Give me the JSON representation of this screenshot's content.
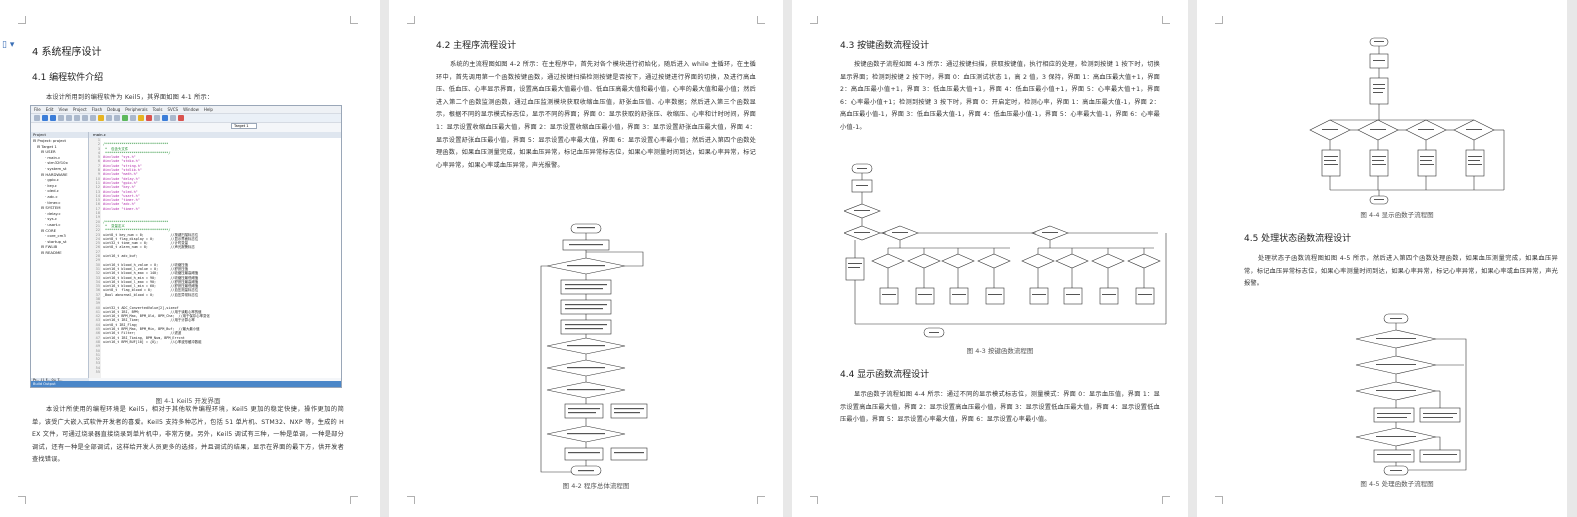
{
  "page1": {
    "chapter_title": "4  系统程序设计",
    "section_title": "4.1  编程软件介绍",
    "intro": "本设计所用到的编程软件为 Keil5，其界面如图 4-1 所示：",
    "ide": {
      "menu": [
        "File",
        "Edit",
        "View",
        "Project",
        "Flash",
        "Debug",
        "Peripherals",
        "Tools",
        "SVCS",
        "Window",
        "Help"
      ],
      "target_select": "Target 1",
      "project_panel_title": "Project",
      "editor_tab": "main.c",
      "tree": [
        "Project: project",
        "Target 1",
        "USER",
        "main.c",
        "stm32f10x",
        "system_st",
        "HARDWARE",
        "gpio.c",
        "key.c",
        "oled.c",
        "adc.c",
        "timer.c",
        "SYSTEM",
        "delay.c",
        "sys.c",
        "usart.c",
        "CORE",
        "core_cm3",
        "startup_st",
        "FWLIB",
        "README"
      ],
      "line_numbers": [
        "1",
        "2",
        "3",
        "4",
        "5",
        "6",
        "7",
        "8",
        "9",
        "10",
        "11",
        "12",
        "13",
        "14",
        "15",
        "16",
        "17",
        "18",
        "19",
        "20",
        "21",
        "22",
        "23",
        "24",
        "25",
        "26",
        "27",
        "28",
        "29",
        "30",
        "31",
        "32",
        "33",
        "34",
        "35",
        "36",
        "37",
        "38",
        "39",
        "40",
        "41",
        "42",
        "43",
        "44",
        "45",
        "46",
        "47",
        "48",
        "49",
        "50",
        "51",
        "52",
        "53",
        "54",
        "55"
      ],
      "code_lines": [
        "",
        "/*******************************",
        " *  包含头文件",
        " *******************************/",
        "#include \"sys.h\"",
        "#include \"stdio.h\"",
        "#include \"string.h\"",
        "#include \"stdlib.h\"",
        "#include \"math.h\"",
        "#include \"delay.h\"",
        "#include \"gpio.h\"",
        "#include \"key.h\"",
        "#include \"oled.h\"",
        "#include \"usart.h\"",
        "#include \"timer.h\"",
        "#include \"adc.h\"",
        "#include \"timer.h\"",
        "",
        "",
        "/*******************************",
        " *  变量定义",
        " *******************************/",
        "uint8_t key_num = 0;             //按键扫描标志位",
        "uint8_t flag_display = 0;        //显示界面标志位",
        "uint32_t time_num = 0;           //计时变量",
        "uint8_t alarm_num = 0;           //声光报警标志",
        "",
        "uint16_t adc_buf;",
        "",
        "uint16_t blood_h_value = 0;      //收缩压值",
        "uint16_t blood_l_value = 0;      //舒张压值",
        "uint16_t blood_h_max = 140;      //收缩压最高阈值",
        "uint16_t blood_h_min = 90;       //收缩压最低阈值",
        "uint16_t blood_l_max = 90;       //舒张压最高阈值",
        "uint16_t blood_l_min = 60;       //舒张压最低阈值",
        "uint8_t  flag_blood = 0;         //血压测量标志位",
        "_Bool abnormal_blood = 0;        //血压异常标志位",
        "",
        "",
        "uint32_t ADC_ConvertedValue[2],sizeof",
        "uint16_t IBI, BPM;               //用于读取心率的值",
        "uint16_t BPM_Max, BPM_Old, BPM_Cha;  //用于保存心率变化",
        "uint16_t IBI_Time;               //用于计算心率",
        "uint8_t IBI_Flag;",
        "uint16_t BPM_Max, BPM_Min, BPM_Buf;  //最大最小值",
        "uint16_t Filter;                 //滤波",
        "uint16_t IBI_Timing, BPM_Num, BPM_Errcnt",
        "uint16_t BPM_BUF[10] = {0};      //心率波形缓冲数组"
      ],
      "proj_tabs": "Pr...   {} F...   0↓ T...",
      "build_output": "Build Output"
    },
    "figure_caption": "图 4-1   Keil5 开发界面",
    "body": "本设计所使用的编程环境是 Keil5，相对于其他软件编程环境，Keil5 更加的稳定快捷，操作更加的简单，该受广大嵌入式软件开发者的喜爱。Keil5 支持多种芯片，包括 51 单片机、STM32、NXP 等，生成的 HEX 文件，可通过烧录器直接烧录到单片机中，非常方便。另外，Keil5 调试有三种，一种是单调，一种是部分调试，还有一种是全部调试，这样给开发人员更多的选择，并且调试的结果，显示在界面的最下方，供开发者查找错误。"
  },
  "page2": {
    "section_title": "4.2  主程序流程设计",
    "body": "系统的主流程图如图 4-2 所示：在主程序中，首先对各个模块进行初始化，随后进入 while 主循环，在主循环中，首先调用第一个函数按键函数，通过按键扫描检测按键是否按下，通过按键进行界面的切换，及进行高血压、低血压、心率显示界面，设置高血压最大值最小值、低血压高最大值和最小值，心率的最大值和最小值；然后进入第二个函数监测函数，通过血压监测模块获取收缩血压值，舒张血压值、心率数据；然后进入第三个函数显示，根据不同的显示模式标志位，显示不同的界面；界面 0：显示获取的舒张压、收缩压、心率和计时时间，界面 1：显示设置收缩血压最大值，界面 2：显示设置收缩血压最小值，界面 3：显示设置舒张血压最大值，界面 4：显示设置舒张血压最小值，界面 5：显示设置心率最大值，界面 6：显示设置心率最小值；然后进入第四个函数处理函数，如果血压测量完成，如果血压异常，标记血压异常标志位，如果心率测量时间到达，如果心率异常，标记心率异常，如果心率或血压异常，声光报警。",
    "figure_caption": "图 4-2   程序总体流程图"
  },
  "page3": {
    "section_title": "4.3  按键函数流程设计",
    "body": "按键函数子流程如图 4-3 所示：通过按键扫描，获取按键值，执行相应的处理，检测到按键 1 按下时，切换显示界面；检测到按键 2 按下时，界面 0：血压测试状态 1，高 2 值，3 保持，界面 1：高血压最大值+1，界面 2：高血压最小值+1，界面 3：低血压最大值+1，界面 4：低血压最小值+1，界面 5：心率最大值+1，界面 6：心率最小值+1；检测到按键 3 按下时，界面 0：开启定时，检测心率，界面 1：高血压最大值-1，界面 2：高血压最小值-1，界面 3：低血压最大值-1，界面 4：低血压最小值-1，界面 5：心率最大值-1，界面 6：心率最小值-1。",
    "figure_caption": "图 4-3   按键函数流程图",
    "section2_title": "4.4  显示函数流程设计",
    "body2": "显示函数子流程如图 4-4 所示：通过不同的显示模式标志位，测量模式：界面 0：显示血压值，界面 1：显示设置高血压最大值，界面 2：显示设置高血压最小值，界面 3：显示设置低血压最大值，界面 4：显示设置低血压最小值，界面 5：显示设置心率最大值，界面 6：显示设置心率最小值。"
  },
  "page4": {
    "figure_caption_top": "图 4-4   显示函数子流程图",
    "section_title": "4.5  处理状态函数流程设计",
    "body": "处理状态子函数流程图如图 4-5 所示，然后进入第四个函数处理函数，如果血压测量完成，如果血压异常，标记血压异常标志位，如果心率测量时间到达，如果心率异常，标记心率异常，如果心率或血压异常，声光报警。",
    "figure_caption": "图 4-5   处理函数子流程图"
  }
}
